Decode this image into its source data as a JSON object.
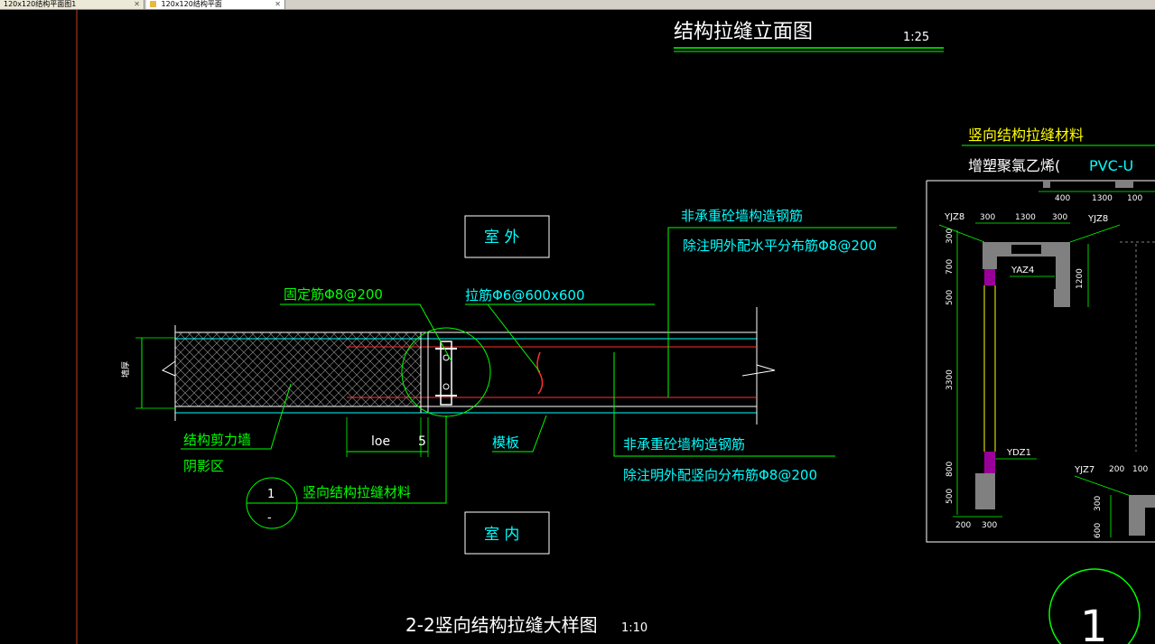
{
  "tabs": [
    {
      "label": "120x120结构平面图1",
      "active": false
    },
    {
      "label": "120x120结构平面",
      "active": true
    }
  ],
  "drawing": {
    "elevation_title": "结构拉缝立面图",
    "elevation_scale": "1:25",
    "detail_title": "2-2竖向结构拉缝大样图",
    "detail_scale": "1:10",
    "outside_label": "室 外",
    "inside_label": "室 内",
    "fixing_bar": "固定筋Φ8@200",
    "tie_bar": "拉筋Φ6@600x600",
    "nonbearing_rebar_top": "非承重砼墙构造钢筋",
    "horizontal_rebar": "除注明外配水平分布筋Φ8@200",
    "nonbearing_rebar_bottom": "非承重砼墙构造钢筋",
    "vertical_rebar": "除注明外配竖向分布筋Φ8@200",
    "shear_wall": "结构剪力墙",
    "shadow_zone": "阴影区",
    "formwork": "模板",
    "loe": "loe",
    "dim_5": "5",
    "wall_thickness": "墙厚",
    "section_ref_top": "1",
    "section_ref_bottom": "-",
    "section_ref_label": "竖向结构拉缝材料",
    "material_heading": "竖向结构拉缝材料",
    "material_name": "增塑聚氯乙烯(",
    "material_code": "PVC-U",
    "big_marker": "1",
    "labels": {
      "yjz8_left": "YJZ8",
      "yjz8_right": "YJZ8",
      "yaz4": "YAZ4",
      "ydz1": "YDZ1",
      "yjz7": "YJZ7"
    },
    "dims": {
      "top_400": "400",
      "top_1300a": "1300",
      "top_100a": "100",
      "d300a": "300",
      "d1300": "1300",
      "d300b": "300",
      "v300": "300",
      "v700": "700",
      "v1200": "1200",
      "v500a": "500",
      "v3300": "3300",
      "v800": "800",
      "v500b": "500",
      "b200": "200",
      "b300": "300",
      "r200": "200",
      "r100": "100",
      "r300": "300",
      "r600": "600"
    }
  },
  "colors": {
    "background": "#000000",
    "green": "#00ff00",
    "cyan": "#00ffff",
    "white": "#ffffff",
    "yellow": "#ffff00",
    "red": "#ff3030",
    "magenta": "#ff00ff",
    "grey": "#808080",
    "orange_line": "#c04020"
  }
}
